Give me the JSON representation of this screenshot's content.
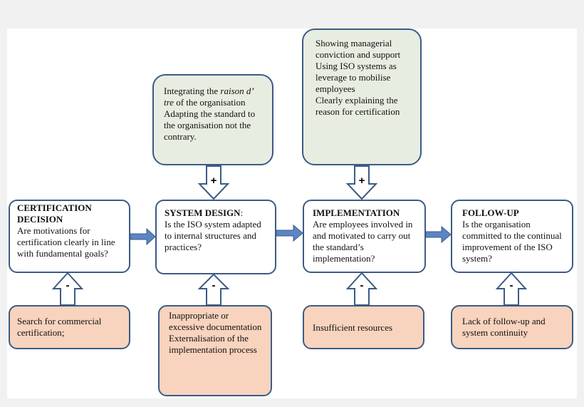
{
  "stages": [
    {
      "title": "CERTIFICATION DECISION",
      "question": "Are motivations for certification clearly in line with fundamental goals?"
    },
    {
      "title": "SYSTEM DESIGN",
      "title_suffix": ":",
      "question": "Is the ISO system adapted to internal structures and practices?"
    },
    {
      "title": "IMPLEMENTATION",
      "question": "Are employees involved in and motivated to carry out the standard’s implementation?"
    },
    {
      "title": "FOLLOW-UP",
      "question": "Is the organisation committed to the continual improvement of the ISO system?"
    }
  ],
  "positive_factors": {
    "design": {
      "sign": "+",
      "lines": [
        "Integrating the",
        "raison d’ tre",
        "of the organisation",
        "Adapting the standard to the organisation not the contrary."
      ]
    },
    "implementation": {
      "sign": "+",
      "lines": [
        "Showing managerial conviction and support",
        "Using ISO systems as leverage to mobilise employees",
        "Clearly explaining the reason for certification"
      ]
    }
  },
  "negative_factors": [
    {
      "sign": "-",
      "text": "Search for commercial certification;"
    },
    {
      "sign": "-",
      "text": "Inappropriate or excessive documentation Externalisation of the implementation process"
    },
    {
      "sign": "-",
      "text": "Insufficient resources"
    },
    {
      "sign": "-",
      "text": "Lack of follow-up and system continuity"
    }
  ],
  "colors": {
    "border": "#3c5b86",
    "arrow_fill": "#5b86c4",
    "positive_fill": "#e8ede2",
    "negative_fill": "#f8d3bd"
  }
}
